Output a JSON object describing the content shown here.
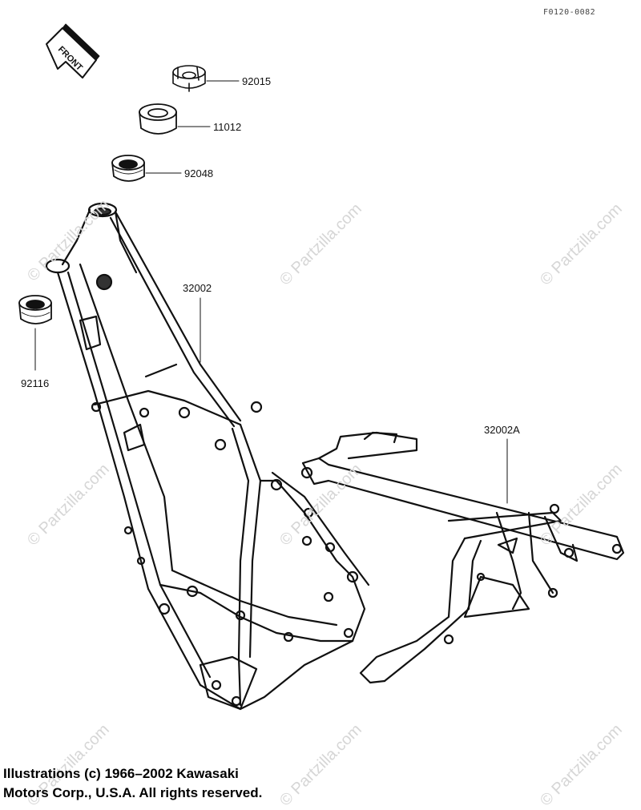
{
  "diagram_code": "F0120-0082",
  "front_label": "FRONT",
  "parts": {
    "nut": "92015",
    "cup": "11012",
    "seal_upper": "92048",
    "seal_lower": "92116",
    "frame": "32002",
    "rear_frame": "32002A"
  },
  "copyright": {
    "line1": "Illustrations (c) 1966–2002 Kawasaki",
    "line2": "Motors Corp., U.S.A.  All rights reserved."
  },
  "watermark": "© Partzilla.com"
}
